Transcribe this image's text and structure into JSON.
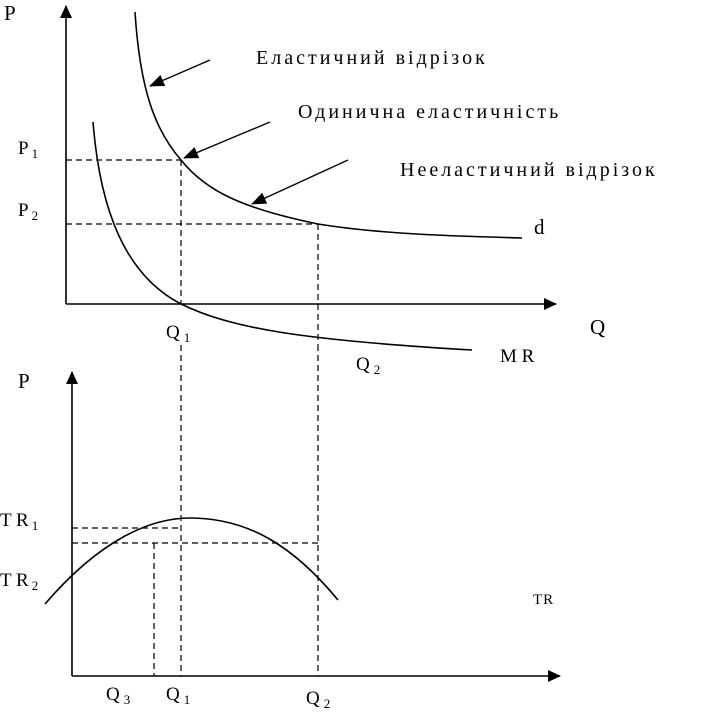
{
  "top": {
    "y_axis": "P",
    "x_axis": "Q",
    "p1": {
      "main": "P",
      "sub": "1"
    },
    "p2": {
      "main": "P",
      "sub": "2"
    },
    "q1": {
      "main": "Q",
      "sub": "1"
    },
    "q2": {
      "main": "Q",
      "sub": "2"
    },
    "demand_label": "d",
    "mr_label": "M R",
    "annotations": {
      "elastic": "Еластичний відрізок",
      "unit": "Одинична еластичність",
      "inelastic": "Нееластичний відрізок"
    }
  },
  "bottom": {
    "y_axis": "P",
    "tr1": {
      "main": "T R",
      "sub": "1"
    },
    "tr2": {
      "main": "T R",
      "sub": "2"
    },
    "tr_label": "TR",
    "q3": {
      "main": "Q",
      "sub": "3"
    },
    "q1": {
      "main": "Q",
      "sub": "1"
    },
    "q2": {
      "main": "Q",
      "sub": "2"
    }
  }
}
